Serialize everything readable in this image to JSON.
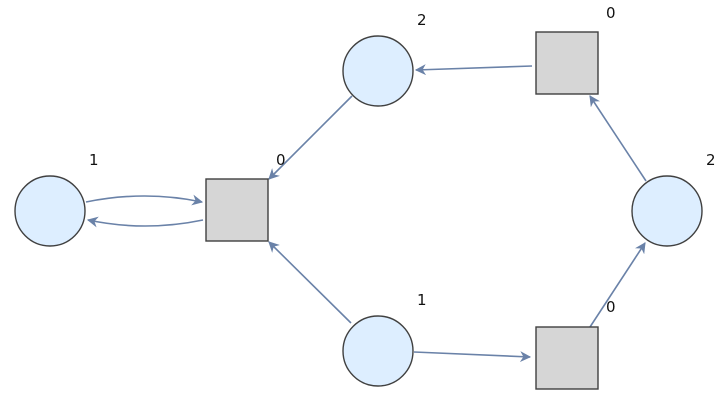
{
  "diagram": {
    "places": [
      {
        "id": "p-left",
        "label": "1"
      },
      {
        "id": "p-top",
        "label": "2"
      },
      {
        "id": "p-right",
        "label": "2"
      },
      {
        "id": "p-bottom",
        "label": "1"
      }
    ],
    "transitions": [
      {
        "id": "t-center",
        "label": "0"
      },
      {
        "id": "t-top-right",
        "label": "0"
      },
      {
        "id": "t-bottom-right",
        "label": "0"
      }
    ]
  },
  "colors": {
    "place_fill": "#ddeeff",
    "transition_fill": "#d6d6d6",
    "arc": "#6a82a8",
    "outline": "#404040"
  }
}
